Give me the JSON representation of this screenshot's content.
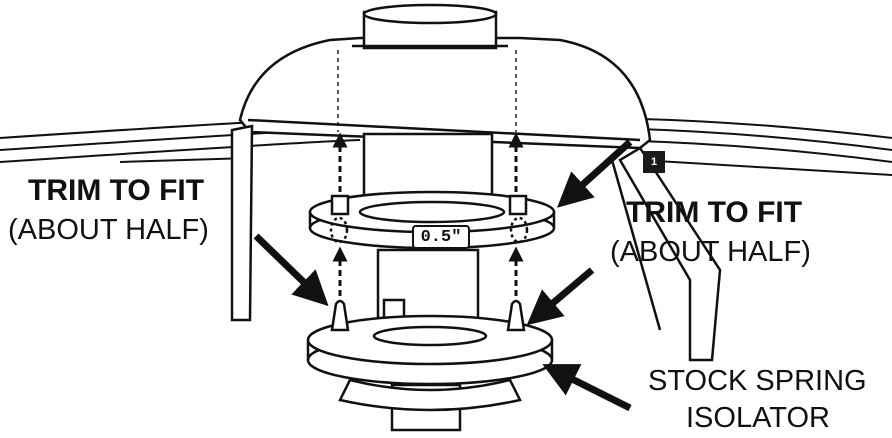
{
  "labels": {
    "left_title": "TRIM TO FIT",
    "left_sub": "(ABOUT HALF)",
    "right_title": "TRIM TO FIT",
    "right_sub": "(ABOUT HALF)",
    "isolator_line1": "STOCK SPRING",
    "isolator_line2": "ISOLATOR",
    "callout_number": "1",
    "spacer_size": "0.5\""
  },
  "icons": {
    "up_arrows": "dashed-up-arrow-icon",
    "pointer_arrows": "pointer-arrow-icon"
  },
  "colors": {
    "line": "#111111",
    "background": "#ffffff",
    "badge": "#1a1a1a"
  }
}
